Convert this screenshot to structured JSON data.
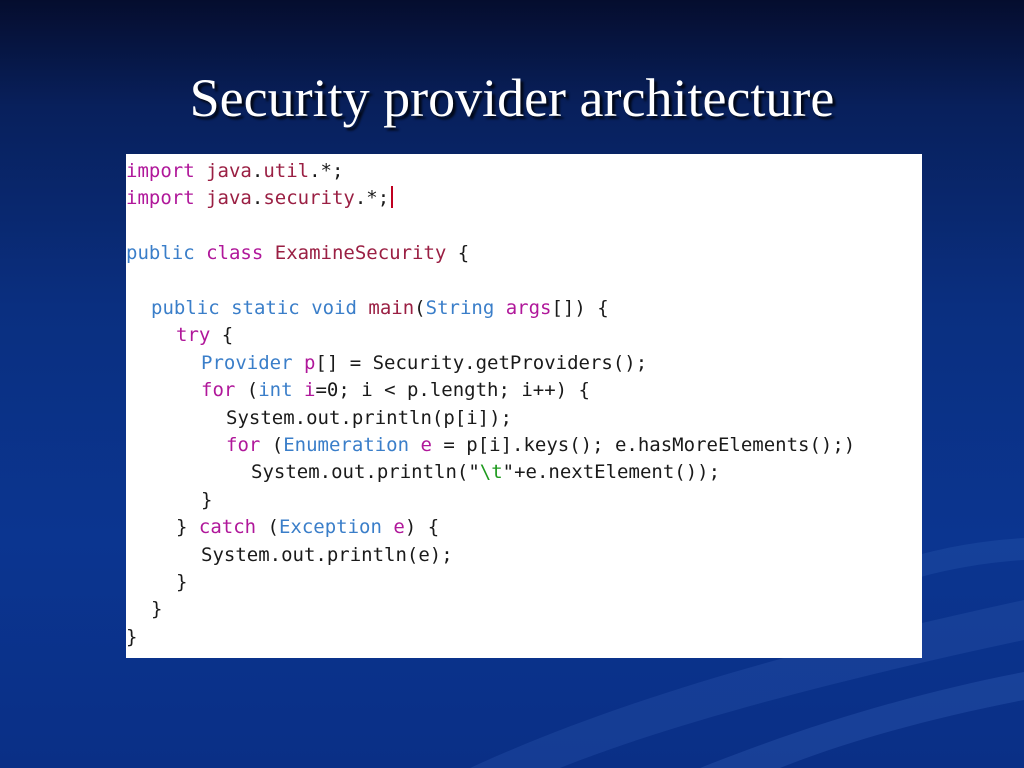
{
  "slide": {
    "title": "Security provider architecture"
  },
  "theme": {
    "background": "#0a2f80",
    "title_color": "#ffffff",
    "code_background": "#ffffff"
  },
  "colors": {
    "keyword": "#b0179a",
    "type": "#3a7ec9",
    "name": "#9a1f43",
    "escape": "#1e9a1e",
    "plain": "#1a1a1a",
    "caret": "#c00020"
  },
  "code": {
    "language": "java",
    "lines": [
      {
        "indent": 0,
        "tokens": [
          {
            "t": "import",
            "c": "keyword"
          },
          {
            "t": " ",
            "c": "plain"
          },
          {
            "t": "java",
            "c": "name"
          },
          {
            "t": ".",
            "c": "plain"
          },
          {
            "t": "util",
            "c": "name"
          },
          {
            "t": ".*;",
            "c": "plain"
          }
        ]
      },
      {
        "indent": 0,
        "caret": true,
        "tokens": [
          {
            "t": "import",
            "c": "keyword"
          },
          {
            "t": " ",
            "c": "plain"
          },
          {
            "t": "java",
            "c": "name"
          },
          {
            "t": ".",
            "c": "plain"
          },
          {
            "t": "security",
            "c": "name"
          },
          {
            "t": ".*;",
            "c": "plain"
          }
        ]
      },
      {
        "indent": 0,
        "tokens": []
      },
      {
        "indent": 0,
        "tokens": [
          {
            "t": "public",
            "c": "type"
          },
          {
            "t": " ",
            "c": "plain"
          },
          {
            "t": "class",
            "c": "keyword"
          },
          {
            "t": " ",
            "c": "plain"
          },
          {
            "t": "ExamineSecurity",
            "c": "name"
          },
          {
            "t": " {",
            "c": "plain"
          }
        ]
      },
      {
        "indent": 0,
        "tokens": []
      },
      {
        "indent": 1,
        "tokens": [
          {
            "t": "public",
            "c": "type"
          },
          {
            "t": " ",
            "c": "plain"
          },
          {
            "t": "static",
            "c": "type"
          },
          {
            "t": " ",
            "c": "plain"
          },
          {
            "t": "void",
            "c": "type"
          },
          {
            "t": " ",
            "c": "plain"
          },
          {
            "t": "main",
            "c": "name"
          },
          {
            "t": "(",
            "c": "plain"
          },
          {
            "t": "String",
            "c": "type"
          },
          {
            "t": " ",
            "c": "plain"
          },
          {
            "t": "args",
            "c": "keyword"
          },
          {
            "t": "[]) {",
            "c": "plain"
          }
        ]
      },
      {
        "indent": 2,
        "tokens": [
          {
            "t": "try",
            "c": "keyword"
          },
          {
            "t": " {",
            "c": "plain"
          }
        ]
      },
      {
        "indent": 3,
        "tokens": [
          {
            "t": "Provider",
            "c": "type"
          },
          {
            "t": " ",
            "c": "plain"
          },
          {
            "t": "p",
            "c": "keyword"
          },
          {
            "t": "[] = Security.getProviders();",
            "c": "plain"
          }
        ]
      },
      {
        "indent": 3,
        "tokens": [
          {
            "t": "for",
            "c": "keyword"
          },
          {
            "t": " (",
            "c": "plain"
          },
          {
            "t": "int",
            "c": "type"
          },
          {
            "t": " ",
            "c": "plain"
          },
          {
            "t": "i",
            "c": "keyword"
          },
          {
            "t": "=0; i < p.length; i++) {",
            "c": "plain"
          }
        ]
      },
      {
        "indent": 4,
        "tokens": [
          {
            "t": "System.out.println(p[i]);",
            "c": "plain"
          }
        ]
      },
      {
        "indent": 4,
        "tokens": [
          {
            "t": "for",
            "c": "keyword"
          },
          {
            "t": " (",
            "c": "plain"
          },
          {
            "t": "Enumeration",
            "c": "type"
          },
          {
            "t": " ",
            "c": "plain"
          },
          {
            "t": "e",
            "c": "keyword"
          },
          {
            "t": " = p[i].keys(); e.hasMoreElements();)",
            "c": "plain"
          }
        ]
      },
      {
        "indent": 5,
        "tokens": [
          {
            "t": "System.out.println(\"",
            "c": "plain"
          },
          {
            "t": "\\t",
            "c": "escape"
          },
          {
            "t": "\"+e.nextElement());",
            "c": "plain"
          }
        ]
      },
      {
        "indent": 3,
        "tokens": [
          {
            "t": "}",
            "c": "plain"
          }
        ]
      },
      {
        "indent": 2,
        "tokens": [
          {
            "t": "} ",
            "c": "plain"
          },
          {
            "t": "catch",
            "c": "keyword"
          },
          {
            "t": " (",
            "c": "plain"
          },
          {
            "t": "Exception",
            "c": "type"
          },
          {
            "t": " ",
            "c": "plain"
          },
          {
            "t": "e",
            "c": "keyword"
          },
          {
            "t": ") {",
            "c": "plain"
          }
        ]
      },
      {
        "indent": 3,
        "tokens": [
          {
            "t": "System.out.println(e);",
            "c": "plain"
          }
        ]
      },
      {
        "indent": 2,
        "tokens": [
          {
            "t": "}",
            "c": "plain"
          }
        ]
      },
      {
        "indent": 1,
        "tokens": [
          {
            "t": "}",
            "c": "plain"
          }
        ]
      },
      {
        "indent": 0,
        "tokens": [
          {
            "t": "}",
            "c": "plain"
          }
        ]
      }
    ]
  }
}
